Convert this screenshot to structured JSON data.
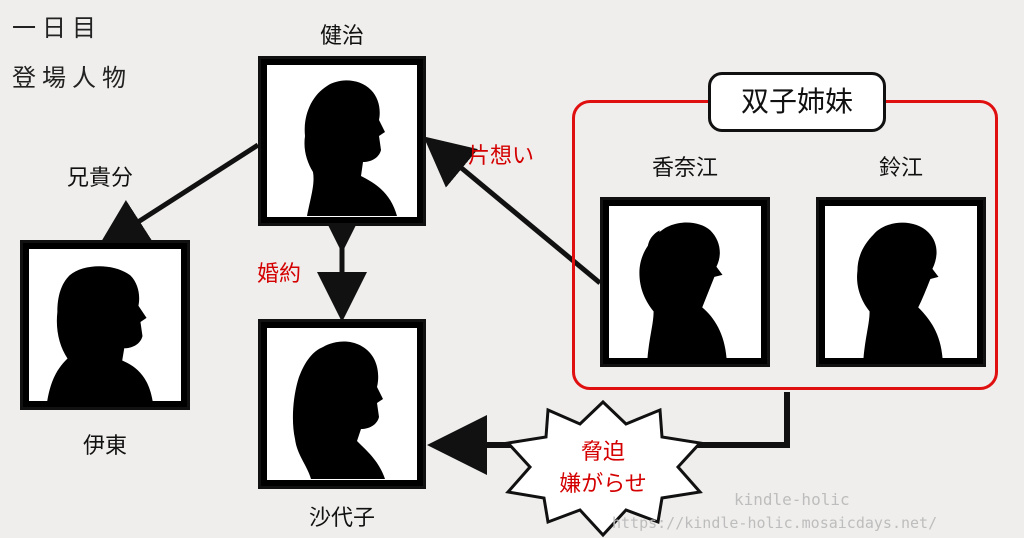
{
  "header": {
    "line1": "一日目",
    "line2": "登場人物"
  },
  "characters": {
    "kenji": "健治",
    "ito": "伊東",
    "sayoko": "沙代子",
    "kanae": "香奈江",
    "suzue": "鈴江"
  },
  "group": {
    "label": "双子姉妹",
    "border_color": "#e01010"
  },
  "relations": {
    "aniki": "兄貴分",
    "engagement": "婚約",
    "unrequited": "片想い",
    "threat_line1": "脅迫",
    "threat_line2": "嫌がらせ"
  },
  "colors": {
    "accent_red": "#d40000",
    "background": "#efeeec"
  },
  "watermark": {
    "brand": "kindle-holic",
    "url": "https://kindle-holic.mosaicdays.net/"
  }
}
